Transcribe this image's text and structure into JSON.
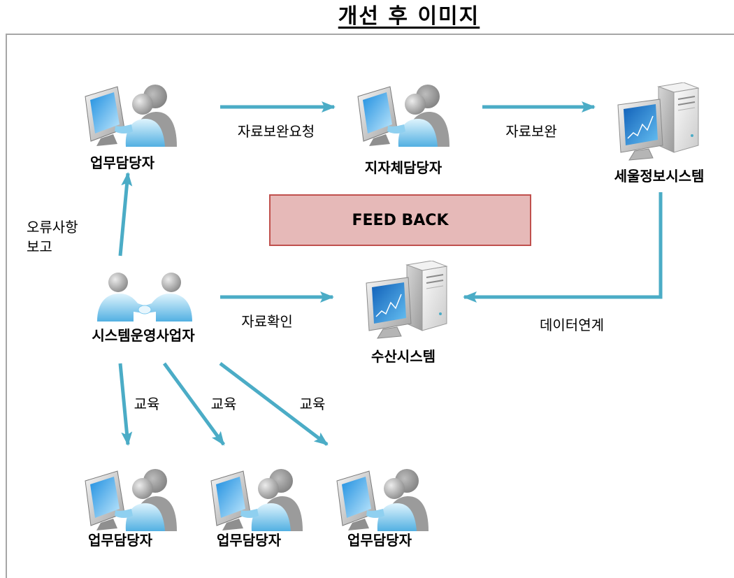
{
  "title": "개선 후 이미지",
  "feedback_box": "FEED BACK",
  "nodes": [
    {
      "label": "업무담당자",
      "icon": "person-at-computer-icon"
    },
    {
      "label": "지자체담당자",
      "icon": "person-at-computer-icon"
    },
    {
      "label": "세울정보시스템",
      "icon": "desktop-computer-icon"
    },
    {
      "label": "시스템운영사업자",
      "icon": "handshake-icon"
    },
    {
      "label": "수산시스템",
      "icon": "desktop-computer-icon"
    },
    {
      "label": "업무담당자",
      "icon": "person-at-computer-icon"
    },
    {
      "label": "업무담당자",
      "icon": "person-at-computer-icon"
    },
    {
      "label": "업무담당자",
      "icon": "person-at-computer-icon"
    }
  ],
  "edges": [
    {
      "from": 0,
      "to": 1,
      "label": "자료보완요청"
    },
    {
      "from": 1,
      "to": 2,
      "label": "자료보완"
    },
    {
      "from": 3,
      "to": 0,
      "label_lines": [
        "오류사항",
        "보고"
      ]
    },
    {
      "from": 3,
      "to": 4,
      "label": "자료확인"
    },
    {
      "from": 2,
      "to": 4,
      "label": "데이터연계"
    },
    {
      "from": 3,
      "to": 5,
      "label": "교육"
    },
    {
      "from": 3,
      "to": 6,
      "label": "교육"
    },
    {
      "from": 3,
      "to": 7,
      "label": "교육"
    }
  ],
  "colors": {
    "arrow": "#4bacc6",
    "feedback_fill": "#e6b9b8",
    "feedback_border": "#c0504d",
    "frame": "#a6a6a6"
  }
}
